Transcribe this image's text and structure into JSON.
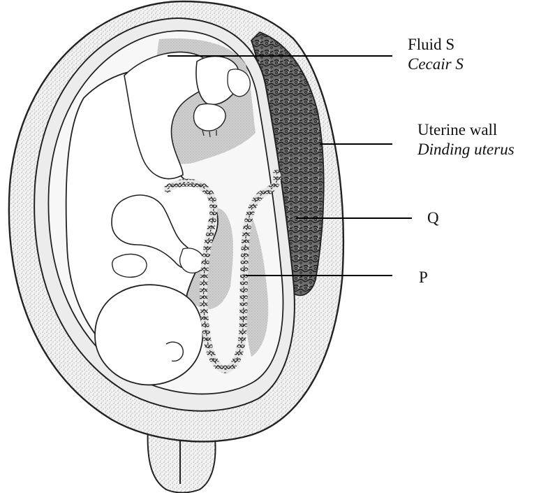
{
  "labels": {
    "fluid_s": {
      "en": "Fluid S",
      "ms": "Cecair S"
    },
    "uterine_wall": {
      "en": "Uterine wall",
      "ms": "Dinding uterus"
    },
    "q": "Q",
    "p": "P"
  }
}
